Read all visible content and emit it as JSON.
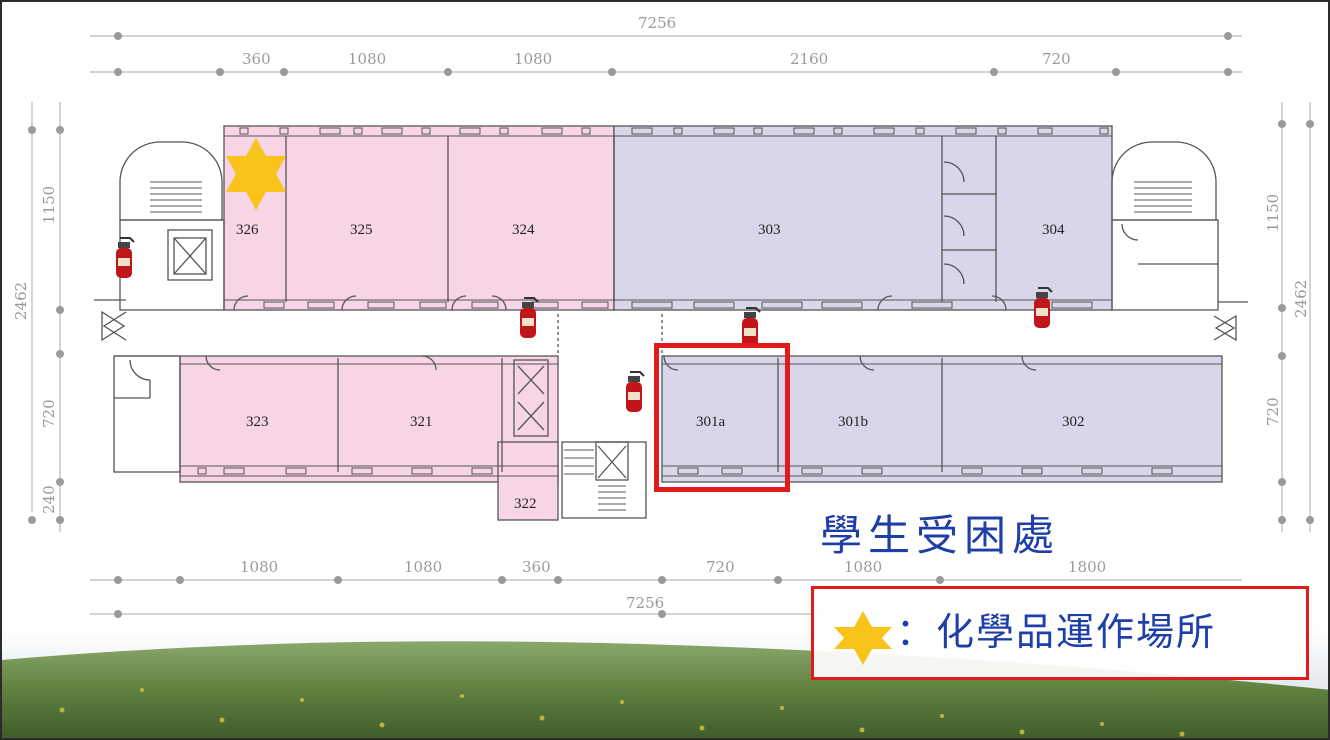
{
  "dimensions": {
    "top_total": "7256",
    "top_segments": [
      "360",
      "1080",
      "1080",
      "2160",
      "720"
    ],
    "bottom_segments": [
      "1080",
      "1080",
      "360",
      "720",
      "1080",
      "1800"
    ],
    "bottom_total": "7256",
    "left_upper": "1150",
    "left_total": "2462",
    "left_lower": "720",
    "left_bottom": "240",
    "right_upper": "1150",
    "right_total": "2462",
    "right_lower": "720"
  },
  "rooms": {
    "r326": "326",
    "r325": "325",
    "r324": "324",
    "r303": "303",
    "r304": "304",
    "r323": "323",
    "r321": "321",
    "r322": "322",
    "r301a": "301a",
    "r301b": "301b",
    "r302": "302"
  },
  "callout": {
    "trapped_label": "學生受困處"
  },
  "legend": {
    "text": "：化學品運作場所",
    "star_icon": "star-icon"
  },
  "colors": {
    "pink_zone": "#f7d4e6",
    "purple_zone": "#d9d6ea",
    "highlight": "#e11b1b",
    "star": "#f8c31a",
    "label_blue": "#1f3fa8"
  }
}
